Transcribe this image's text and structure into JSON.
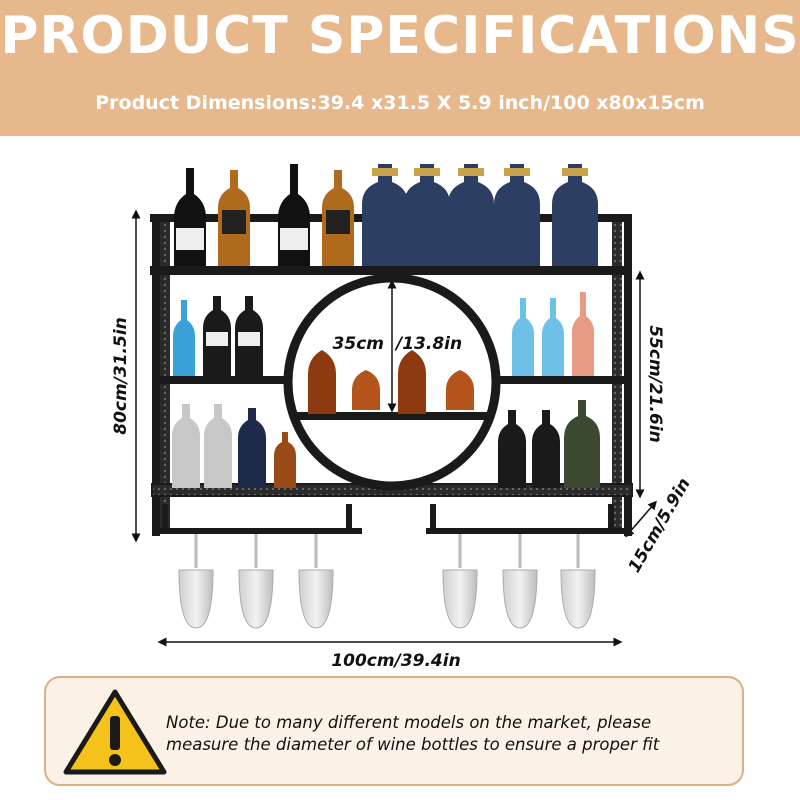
{
  "banner": {
    "title": "PRODUCT SPECIFICATIONS",
    "subtitle": "Product Dimensions:39.4 x31.5 X 5.9 inch/100 x80x15cm"
  },
  "dimensions": {
    "height_total": "80cm/31.5in",
    "height_shelf": "55cm/21.6in",
    "width": "100cm/39.4in",
    "depth": "15cm/5.9in",
    "circle_left": "35cm",
    "circle_right": "/13.8in"
  },
  "note": {
    "line1": "Note: Due to many different models on the market, please",
    "line2": "measure the diameter of wine bottles to ensure a proper fit"
  },
  "colors": {
    "banner": "#e6b88c",
    "note_bg": "#fbf1e6",
    "note_border": "#d9b185",
    "warning": "#f5c21b"
  },
  "icons": [
    "warning-icon",
    "wine-rack-image"
  ]
}
